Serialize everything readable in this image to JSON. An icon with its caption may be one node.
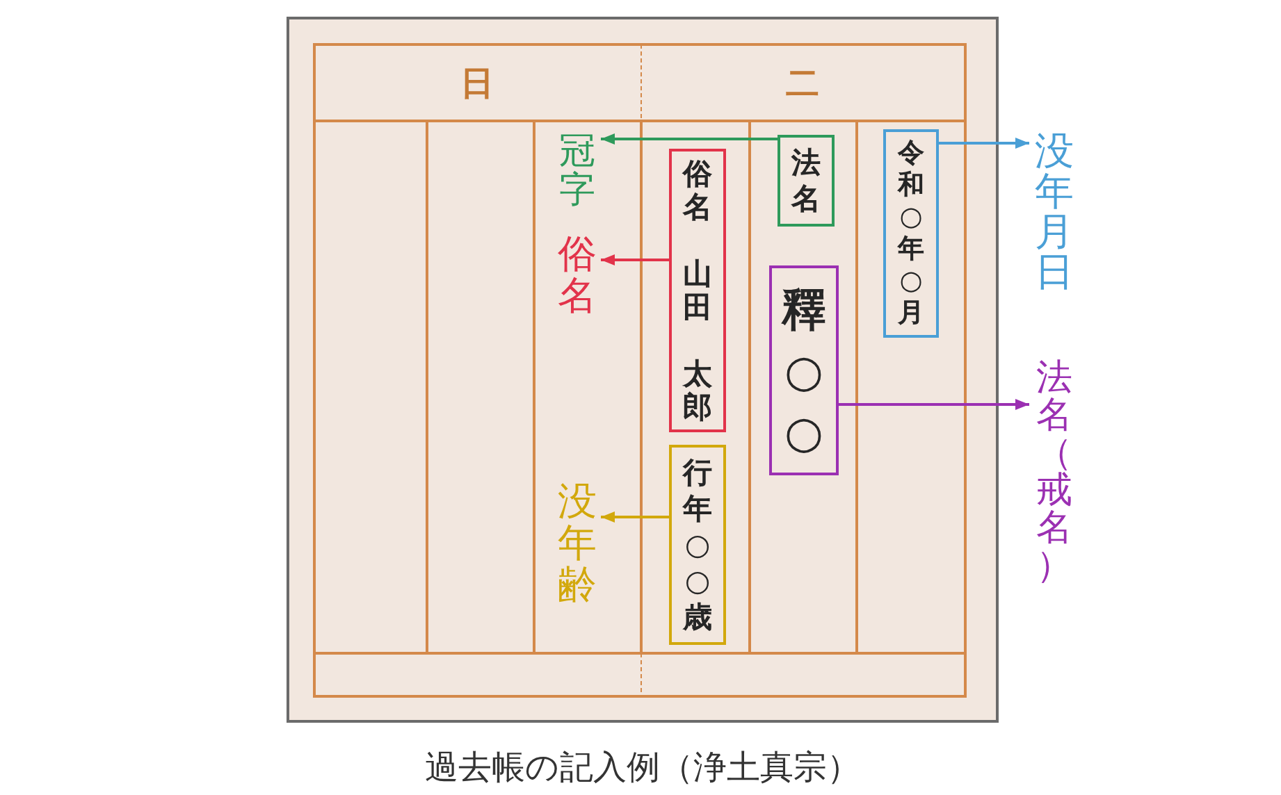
{
  "diagram": {
    "caption": "過去帳の記入例（浄土真宗）",
    "nodes": [
      {
        "text": [
          "日",
          "二"
        ]
      },
      {
        "text": [
          "冠字"
        ],
        "in": 0
      },
      {
        "text": [
          "法名"
        ],
        "in": 0
      },
      {
        "text": [
          "令和○年○月"
        ],
        "in": 0
      },
      {
        "text": [
          "没年月日"
        ]
      },
      {
        "text": [
          "俗名"
        ],
        "in": 0
      },
      {
        "text": [
          "俗名",
          "山田",
          "太郎"
        ],
        "in": 0
      },
      {
        "text": [
          "釋○○"
        ],
        "in": 0
      },
      {
        "text": [
          "法名（戒名）"
        ]
      },
      {
        "text": [
          "没年齢"
        ],
        "in": 0
      },
      {
        "text": [
          "行年○○歳"
        ],
        "in": 0
      }
    ],
    "edges": [
      {
        "from": 2,
        "to": 1,
        "arrow": "to",
        "color": "#2e9a5b"
      },
      {
        "from": 3,
        "to": 4,
        "arrow": "to",
        "color": "#4a9fd6"
      },
      {
        "from": 6,
        "to": 5,
        "arrow": "to",
        "color": "#e2334a"
      },
      {
        "from": 7,
        "to": 8,
        "arrow": "to",
        "color": "#9b30b2"
      },
      {
        "from": 10,
        "to": 9,
        "arrow": "to",
        "color": "#d2a80c"
      }
    ]
  }
}
